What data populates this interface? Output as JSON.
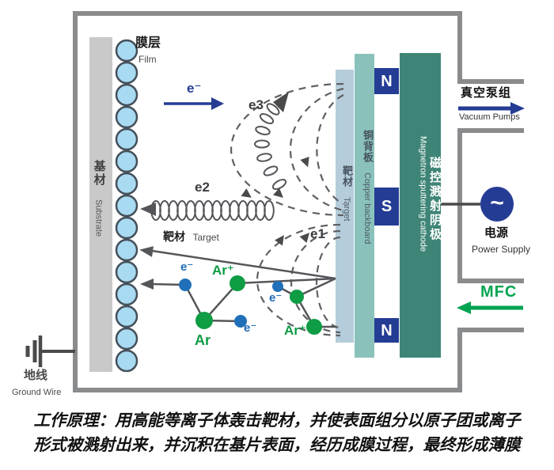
{
  "chamber": {
    "ground": {
      "zh": "地线",
      "en": "Ground Wire"
    },
    "film": {
      "zh": "膜层",
      "en": "Film"
    },
    "substrate": {
      "zh": "基材",
      "en": "Substrate"
    }
  },
  "electrons": {
    "top": "e⁻",
    "e1": "e1",
    "e2": "e2",
    "e3": "e3"
  },
  "sputter": {
    "target_zh": "靶材",
    "target_en": "Target"
  },
  "particles": {
    "electron": "e⁻",
    "argon_ion": "Ar⁺",
    "argon": "Ar"
  },
  "assembly": {
    "target": {
      "zh": "靶材",
      "en": "Target"
    },
    "copper": {
      "zh": "铜背板",
      "en": "Copper backboard"
    },
    "cathode": {
      "zh": "磁控溅射阴极",
      "en": "Magnetron sputtering cathode"
    },
    "magnets": [
      "N",
      "S",
      "N"
    ]
  },
  "external": {
    "vacuum": {
      "zh": "真空泵组",
      "en": "Vacuum Pumps"
    },
    "power": {
      "zh": "电源",
      "en": "Power Supply",
      "symbol": "~"
    },
    "mfc": "MFC"
  },
  "caption": {
    "line1": "工作原理：用高能等离子体轰击靶材，并使表面组分以原子团或离子",
    "line2": "形式被溅射出来，并沉积在基片表面，经历成膜过程，最终形成薄膜"
  },
  "colors": {
    "navy": "#243c94",
    "electron_blue": "#1f70b8",
    "argon_green": "#0e9c44",
    "mfc_green": "#00a450",
    "wall_gray": "#8a8b8d",
    "film_blue": "#a8daf2",
    "substrate_gray": "#c9c9c9",
    "target_bar": "#b5cdda",
    "copper_bar": "#8ac2bb",
    "cathode_bar": "#3f8577"
  }
}
